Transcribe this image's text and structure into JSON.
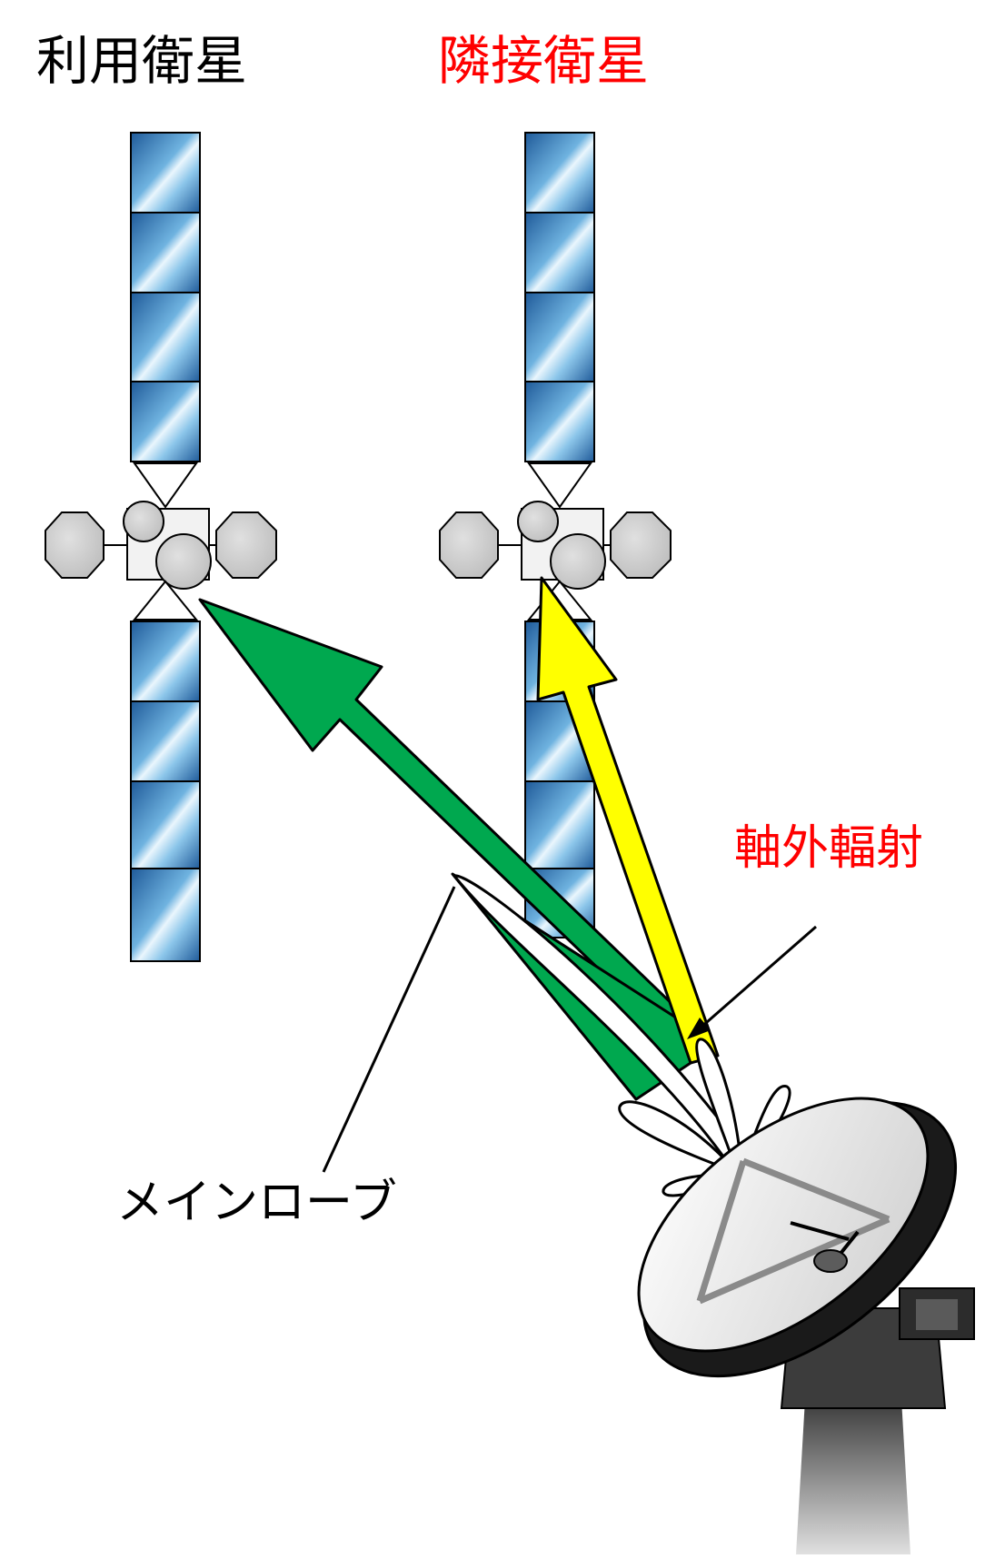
{
  "labels": {
    "used_satellite": "利用衛星",
    "adjacent_satellite": "隣接衛星",
    "off_axis_radiation": "軸外輻射",
    "main_lobe": "メインローブ"
  },
  "colors": {
    "used_label": "#000000",
    "adjacent_label": "#ff0000",
    "off_axis_label": "#ff0000",
    "main_lobe_label": "#000000",
    "main_arrow": "#00a84f",
    "offaxis_arrow": "#ffff00",
    "solar_panel_dark": "#1f5a99",
    "solar_panel_light": "#e8f4fc",
    "antenna_body": "#e6e6e6",
    "outline": "#000000"
  },
  "icons": {
    "used_satellite": "satellite-icon",
    "adjacent_satellite": "satellite-icon",
    "ground_antenna": "parabolic-antenna-icon"
  }
}
